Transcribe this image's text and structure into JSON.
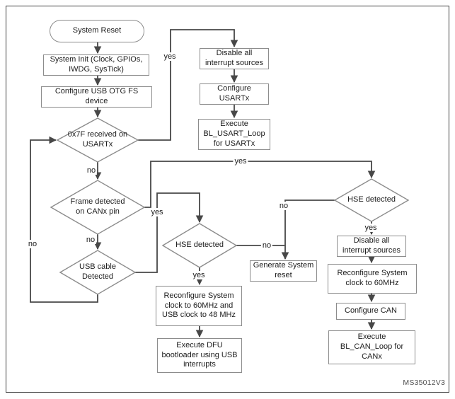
{
  "figure": {
    "code": "MS35012V3"
  },
  "colors": {
    "line": "#474747",
    "node_border": "#8c8c8c",
    "text": "#1c1c1c",
    "frame_border": "#3d3d3d",
    "background": "#ffffff"
  },
  "nodes": {
    "system_reset": {
      "type": "terminator",
      "lines": [
        "System Reset"
      ]
    },
    "system_init": {
      "type": "process",
      "lines": [
        "System Init (Clock, GPIOs,",
        "IWDG, SysTick)"
      ]
    },
    "configure_usb_otg": {
      "type": "process",
      "lines": [
        "Configure USB OTG FS",
        "device"
      ]
    },
    "usart_received": {
      "type": "decision",
      "lines": [
        "0x7F received on",
        "USARTx"
      ]
    },
    "frame_detected": {
      "type": "decision",
      "lines": [
        "Frame detected",
        "on CANx pin"
      ]
    },
    "usb_cable": {
      "type": "decision",
      "lines": [
        "USB cable",
        "Detected"
      ]
    },
    "disable_irq_usart": {
      "type": "process",
      "lines": [
        "Disable all",
        "interrupt sources"
      ]
    },
    "configure_usartx": {
      "type": "process",
      "lines": [
        "Configure",
        "USARTx"
      ]
    },
    "execute_usart_loop": {
      "type": "process",
      "lines": [
        "Execute",
        "BL_USART_Loop",
        "for USARTx"
      ]
    },
    "hse_detected_usb": {
      "type": "decision",
      "lines": [
        "HSE detected"
      ]
    },
    "reconfigure_usb": {
      "type": "process",
      "lines": [
        "Reconfigure System",
        "clock to 60MHz and",
        "USB clock to 48 MHz"
      ]
    },
    "execute_dfu": {
      "type": "process",
      "lines": [
        "Execute DFU",
        "bootloader using USB",
        "interrupts"
      ]
    },
    "generate_reset": {
      "type": "process",
      "lines": [
        "Generate System",
        "reset"
      ]
    },
    "hse_detected_can": {
      "type": "decision",
      "lines": [
        "HSE detected"
      ]
    },
    "disable_irq_can": {
      "type": "process",
      "lines": [
        "Disable all",
        "interrupt sources"
      ]
    },
    "reconfigure_can": {
      "type": "process",
      "lines": [
        "Reconfigure System",
        "clock to 60MHz"
      ]
    },
    "configure_can": {
      "type": "process",
      "lines": [
        "Configure CAN"
      ]
    },
    "execute_can_loop": {
      "type": "process",
      "lines": [
        "Execute",
        "BL_CAN_Loop for",
        "CANx"
      ]
    }
  },
  "edge_labels": {
    "usart_yes": "yes",
    "usart_no": "no",
    "frame_yes": "yes",
    "frame_no": "no",
    "canline_yes": "yes",
    "usb_no_loop": "no",
    "hse_usb_yes": "yes",
    "hse_usb_no": "no",
    "hse_can_yes": "yes",
    "hse_can_no": "no"
  }
}
